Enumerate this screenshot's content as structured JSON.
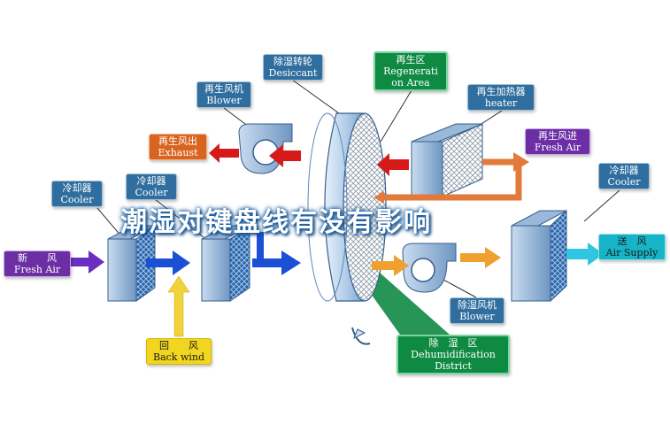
{
  "labels": {
    "desiccant": {
      "zh": "除湿转轮",
      "en": "Desiccant"
    },
    "regen_area": {
      "zh": "再生区",
      "en1": "Regenerati",
      "en2": "on Area"
    },
    "regen_blower": {
      "zh": "再生风机",
      "en": "Blower"
    },
    "regen_heater": {
      "zh": "再生加热器",
      "en": "heater"
    },
    "regen_exhaust": {
      "zh": "再生风出",
      "en": "Exhaust"
    },
    "regen_in": {
      "zh": "再生风进",
      "en": "Fresh Air"
    },
    "cooler1": {
      "zh": "冷却器",
      "en": "Cooler"
    },
    "cooler2": {
      "zh": "冷却器",
      "en": "Cooler"
    },
    "cooler3": {
      "zh": "冷却器",
      "en": "Cooler"
    },
    "fresh_air": {
      "zh": "新　　风",
      "en": "Fresh Air"
    },
    "supply_air": {
      "zh": "送　风",
      "en": "Air Supply"
    },
    "back_wind": {
      "zh": "回　　风",
      "en": "Back wind"
    },
    "dehum_blower": {
      "zh": "除湿风机",
      "en": "Blower"
    },
    "dehum_district": {
      "zh": "除　湿　区",
      "en1": "Dehumidification",
      "en2": "District"
    }
  },
  "banner": "潮湿对键盘线有没有影响",
  "colors": {
    "label_blue": "#2f6e9e",
    "label_orange": "#d9641f",
    "label_purple": "#6b2ea5",
    "label_cyan": "#17b3c6",
    "label_yellow": "#f1d51f",
    "label_green": "#0f8a43",
    "arrow_blue": "#1a4fd6",
    "arrow_orange": "#f0a030",
    "arrow_red": "#d61a1a",
    "arrow_yellow": "#f2d23a",
    "arrow_purple": "#6a2ec0",
    "arrow_cyan": "#2ec6e0"
  }
}
